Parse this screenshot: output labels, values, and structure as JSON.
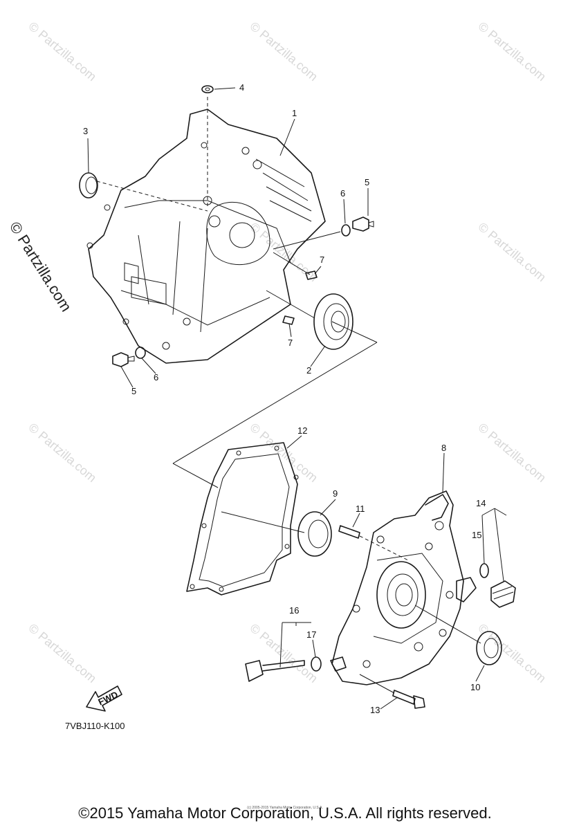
{
  "diagram": {
    "callouts": [
      "1",
      "2",
      "3",
      "4",
      "5",
      "5",
      "6",
      "6",
      "7",
      "7",
      "8",
      "9",
      "10",
      "11",
      "12",
      "13",
      "14",
      "15",
      "16",
      "17"
    ],
    "fwd_label": "FWD",
    "diagram_code": "7VBJ110-K100"
  },
  "watermark": {
    "repeated": "© Partzilla.com",
    "side": "© Partzilla.com"
  },
  "footer": {
    "copyright": "©2015 Yamaha Motor Corporation, U.S.A. All rights reserved.",
    "small_copyright": "(c) 2005-2015 Yamaha Motor Corporation, U.S.A."
  }
}
